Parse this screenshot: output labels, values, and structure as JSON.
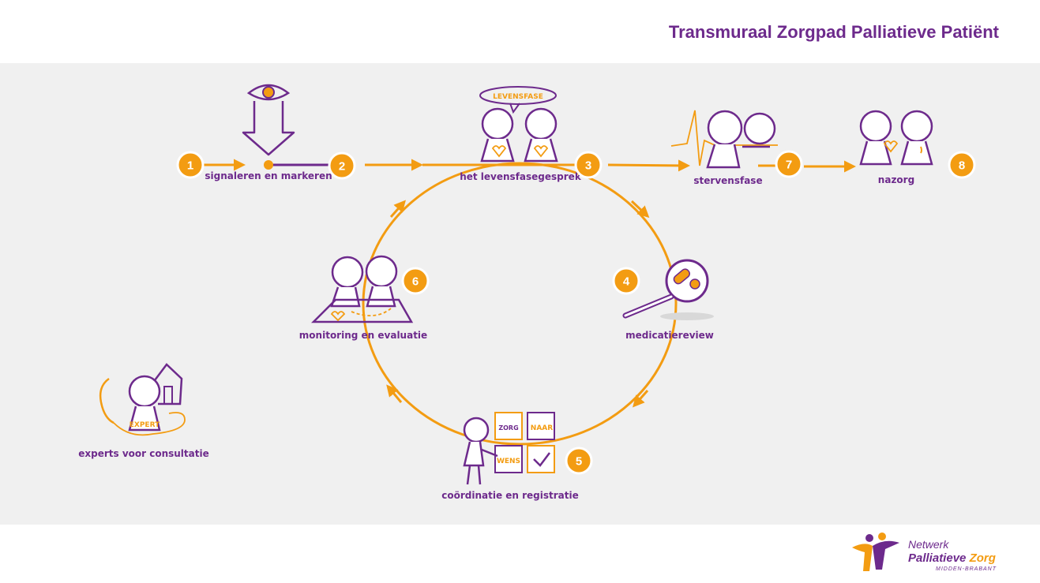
{
  "title": "Transmuraal Zorgpad Palliatieve Patiënt",
  "colors": {
    "orange": "#f39c12",
    "purple": "#6d2a8c",
    "panel": "#f0f0f0"
  },
  "steps": [
    {
      "number": "1",
      "label": ""
    },
    {
      "number": "2",
      "label": "signaleren en markeren"
    },
    {
      "number": "3",
      "label": "het levensfasegesprek"
    },
    {
      "number": "4",
      "label": "medicatiereview"
    },
    {
      "number": "5",
      "label": "coördinatie en registratie"
    },
    {
      "number": "6",
      "label": "monitoring en evaluatie"
    },
    {
      "number": "7",
      "label": "stervensfase"
    },
    {
      "number": "8",
      "label": "nazorg"
    }
  ],
  "experts": {
    "label": "experts voor consultatie",
    "tag": "EXPERT"
  },
  "speech_tag": "LEVENSFASE",
  "puzzle": {
    "zorg": "ZORG",
    "naar": "NAAR",
    "wens": "WENS"
  },
  "logo": {
    "line1": "Netwerk",
    "line2a": "Palliatieve",
    "line2b": "Zorg",
    "line3": "MIDDEN-BRABANT"
  }
}
